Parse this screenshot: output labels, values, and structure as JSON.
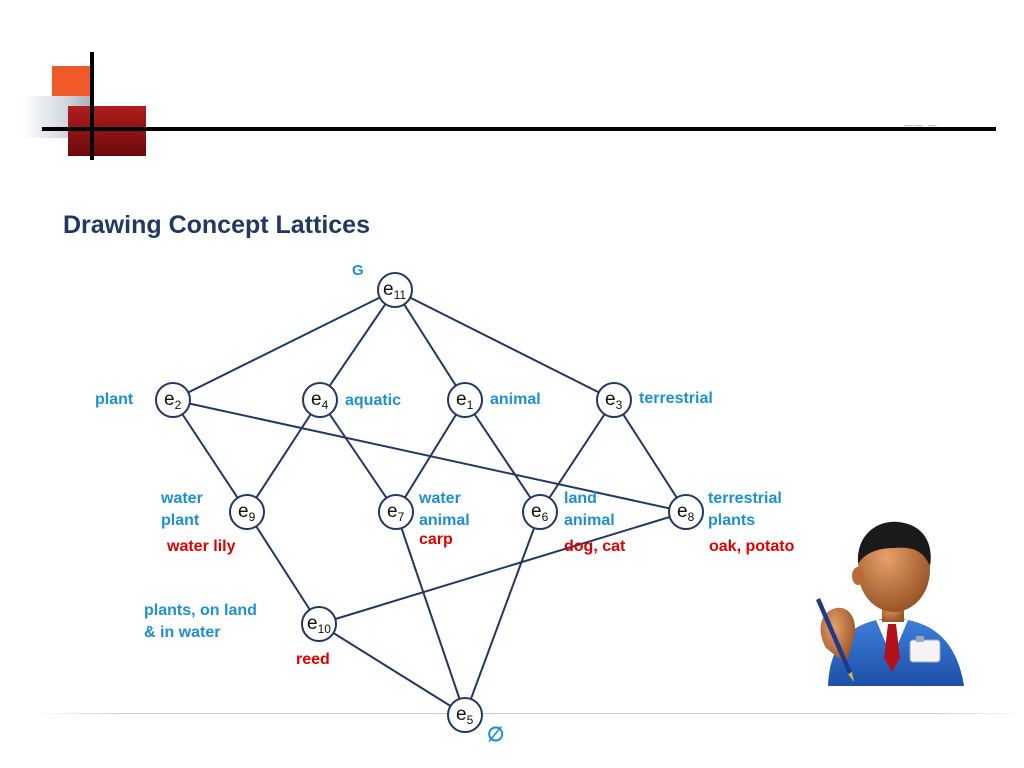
{
  "slide": {
    "header_mark": "—— —",
    "title": "Drawing Concept Lattices"
  },
  "colors": {
    "title": "#1f3864",
    "edge": "#1f3864",
    "attribute_label": "#1e8fd6",
    "object_label": "#e00000",
    "accent_orange": "#f05a28",
    "accent_red": "#b01e1e"
  },
  "lattice": {
    "nodes": [
      {
        "id": "e11",
        "name": "e",
        "sub": "11"
      },
      {
        "id": "e2",
        "name": "e",
        "sub": "2"
      },
      {
        "id": "e4",
        "name": "e",
        "sub": "4"
      },
      {
        "id": "e1",
        "name": "e",
        "sub": "1"
      },
      {
        "id": "e3",
        "name": "e",
        "sub": "3"
      },
      {
        "id": "e9",
        "name": "e",
        "sub": "9"
      },
      {
        "id": "e7",
        "name": "e",
        "sub": "7"
      },
      {
        "id": "e6",
        "name": "e",
        "sub": "6"
      },
      {
        "id": "e8",
        "name": "e",
        "sub": "8"
      },
      {
        "id": "e10",
        "name": "e",
        "sub": "10"
      },
      {
        "id": "e5",
        "name": "e",
        "sub": "5"
      }
    ],
    "edges": [
      [
        "e11",
        "e2"
      ],
      [
        "e11",
        "e4"
      ],
      [
        "e11",
        "e1"
      ],
      [
        "e11",
        "e3"
      ],
      [
        "e2",
        "e9"
      ],
      [
        "e2",
        "e8"
      ],
      [
        "e4",
        "e9"
      ],
      [
        "e4",
        "e7"
      ],
      [
        "e1",
        "e7"
      ],
      [
        "e1",
        "e6"
      ],
      [
        "e3",
        "e6"
      ],
      [
        "e3",
        "e8"
      ],
      [
        "e9",
        "e10"
      ],
      [
        "e8",
        "e10"
      ],
      [
        "e10",
        "e5"
      ],
      [
        "e7",
        "e5"
      ],
      [
        "e6",
        "e5"
      ]
    ],
    "labels": {
      "top": "G",
      "bottom": "∅",
      "e2_attr": "plant",
      "e4_attr": "aquatic",
      "e1_attr": "animal",
      "e3_attr": "terrestrial",
      "e9_attr": [
        "water",
        "plant"
      ],
      "e9_obj": "water lily",
      "e7_attr": [
        "water",
        "animal"
      ],
      "e7_obj": "carp",
      "e6_attr": [
        "land",
        "animal"
      ],
      "e6_obj": "dog, cat",
      "e8_attr": [
        "terrestrial",
        "plants"
      ],
      "e8_obj": "oak, potato",
      "e10_attr": [
        "plants, on land",
        "& in water"
      ],
      "e10_obj": "reed"
    }
  },
  "illustration": {
    "icon": "person-writing-icon"
  }
}
